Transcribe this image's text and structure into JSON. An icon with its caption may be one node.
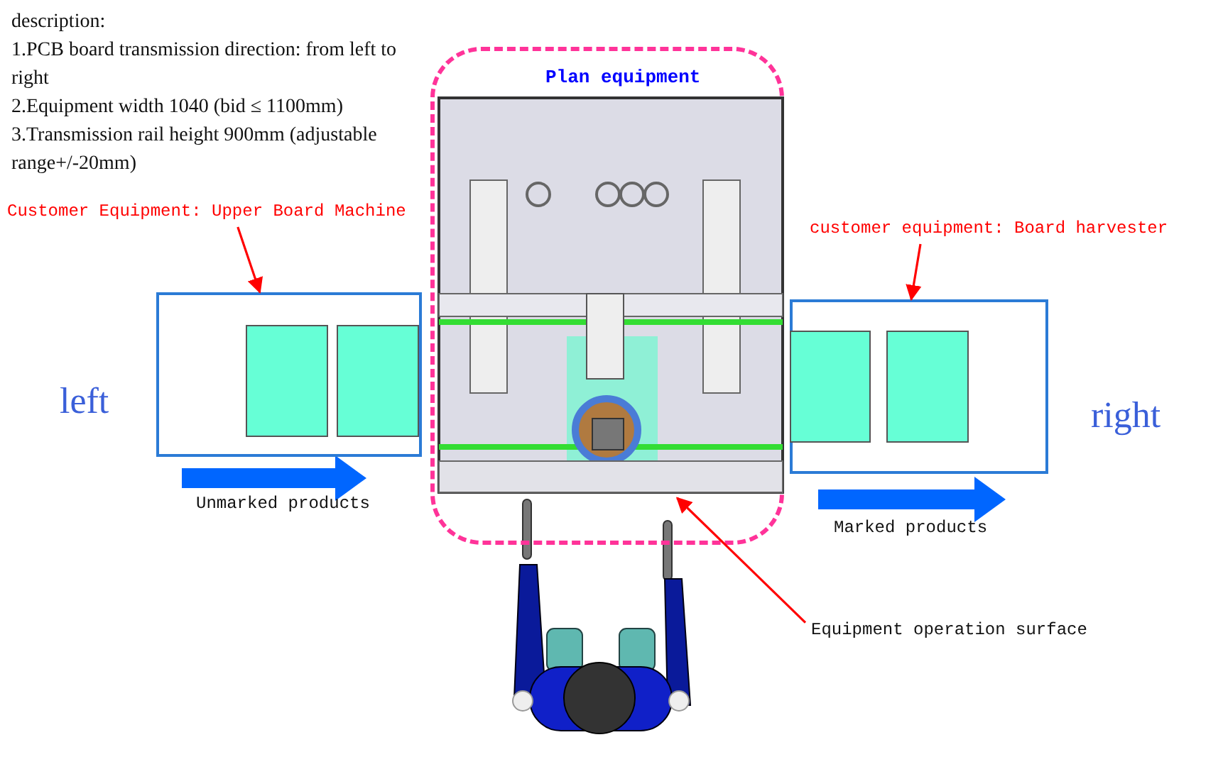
{
  "diagram": {
    "nodes": [
      {
        "text": [
          "Plan equipment"
        ]
      },
      {
        "text": [],
        "shape": "box"
      },
      {
        "text": [
          "Customer Equipment: Upper Board Machine"
        ]
      },
      {
        "text": [],
        "shape": "box"
      },
      {
        "text": [
          "customer equipment: Board harvester"
        ]
      },
      {
        "text": [
          "Equipment operation surface"
        ]
      },
      {
        "text": [],
        "shape": "picture",
        "in": 0
      },
      {
        "text": [],
        "shape": "box",
        "in": 1
      },
      {
        "text": [],
        "shape": "box",
        "in": 1
      },
      {
        "text": [],
        "shape": "box",
        "in": 3
      },
      {
        "text": [],
        "shape": "box",
        "in": 3
      }
    ],
    "edges": [
      {
        "from": 2,
        "to": 1,
        "arrow": "to"
      },
      {
        "from": 4,
        "to": 3,
        "arrow": "to"
      },
      {
        "from": 5,
        "to": 6,
        "arrow": "to"
      }
    ],
    "labels": [
      "description:",
      "1.PCB board transmission direction: from left to right",
      "2.Equipment width 1040 (bid ≤ 1100mm)",
      "3.Transmission rail height 900mm (adjustable range+/-20mm)",
      "left",
      "right",
      "Unmarked products",
      "Marked products"
    ]
  }
}
